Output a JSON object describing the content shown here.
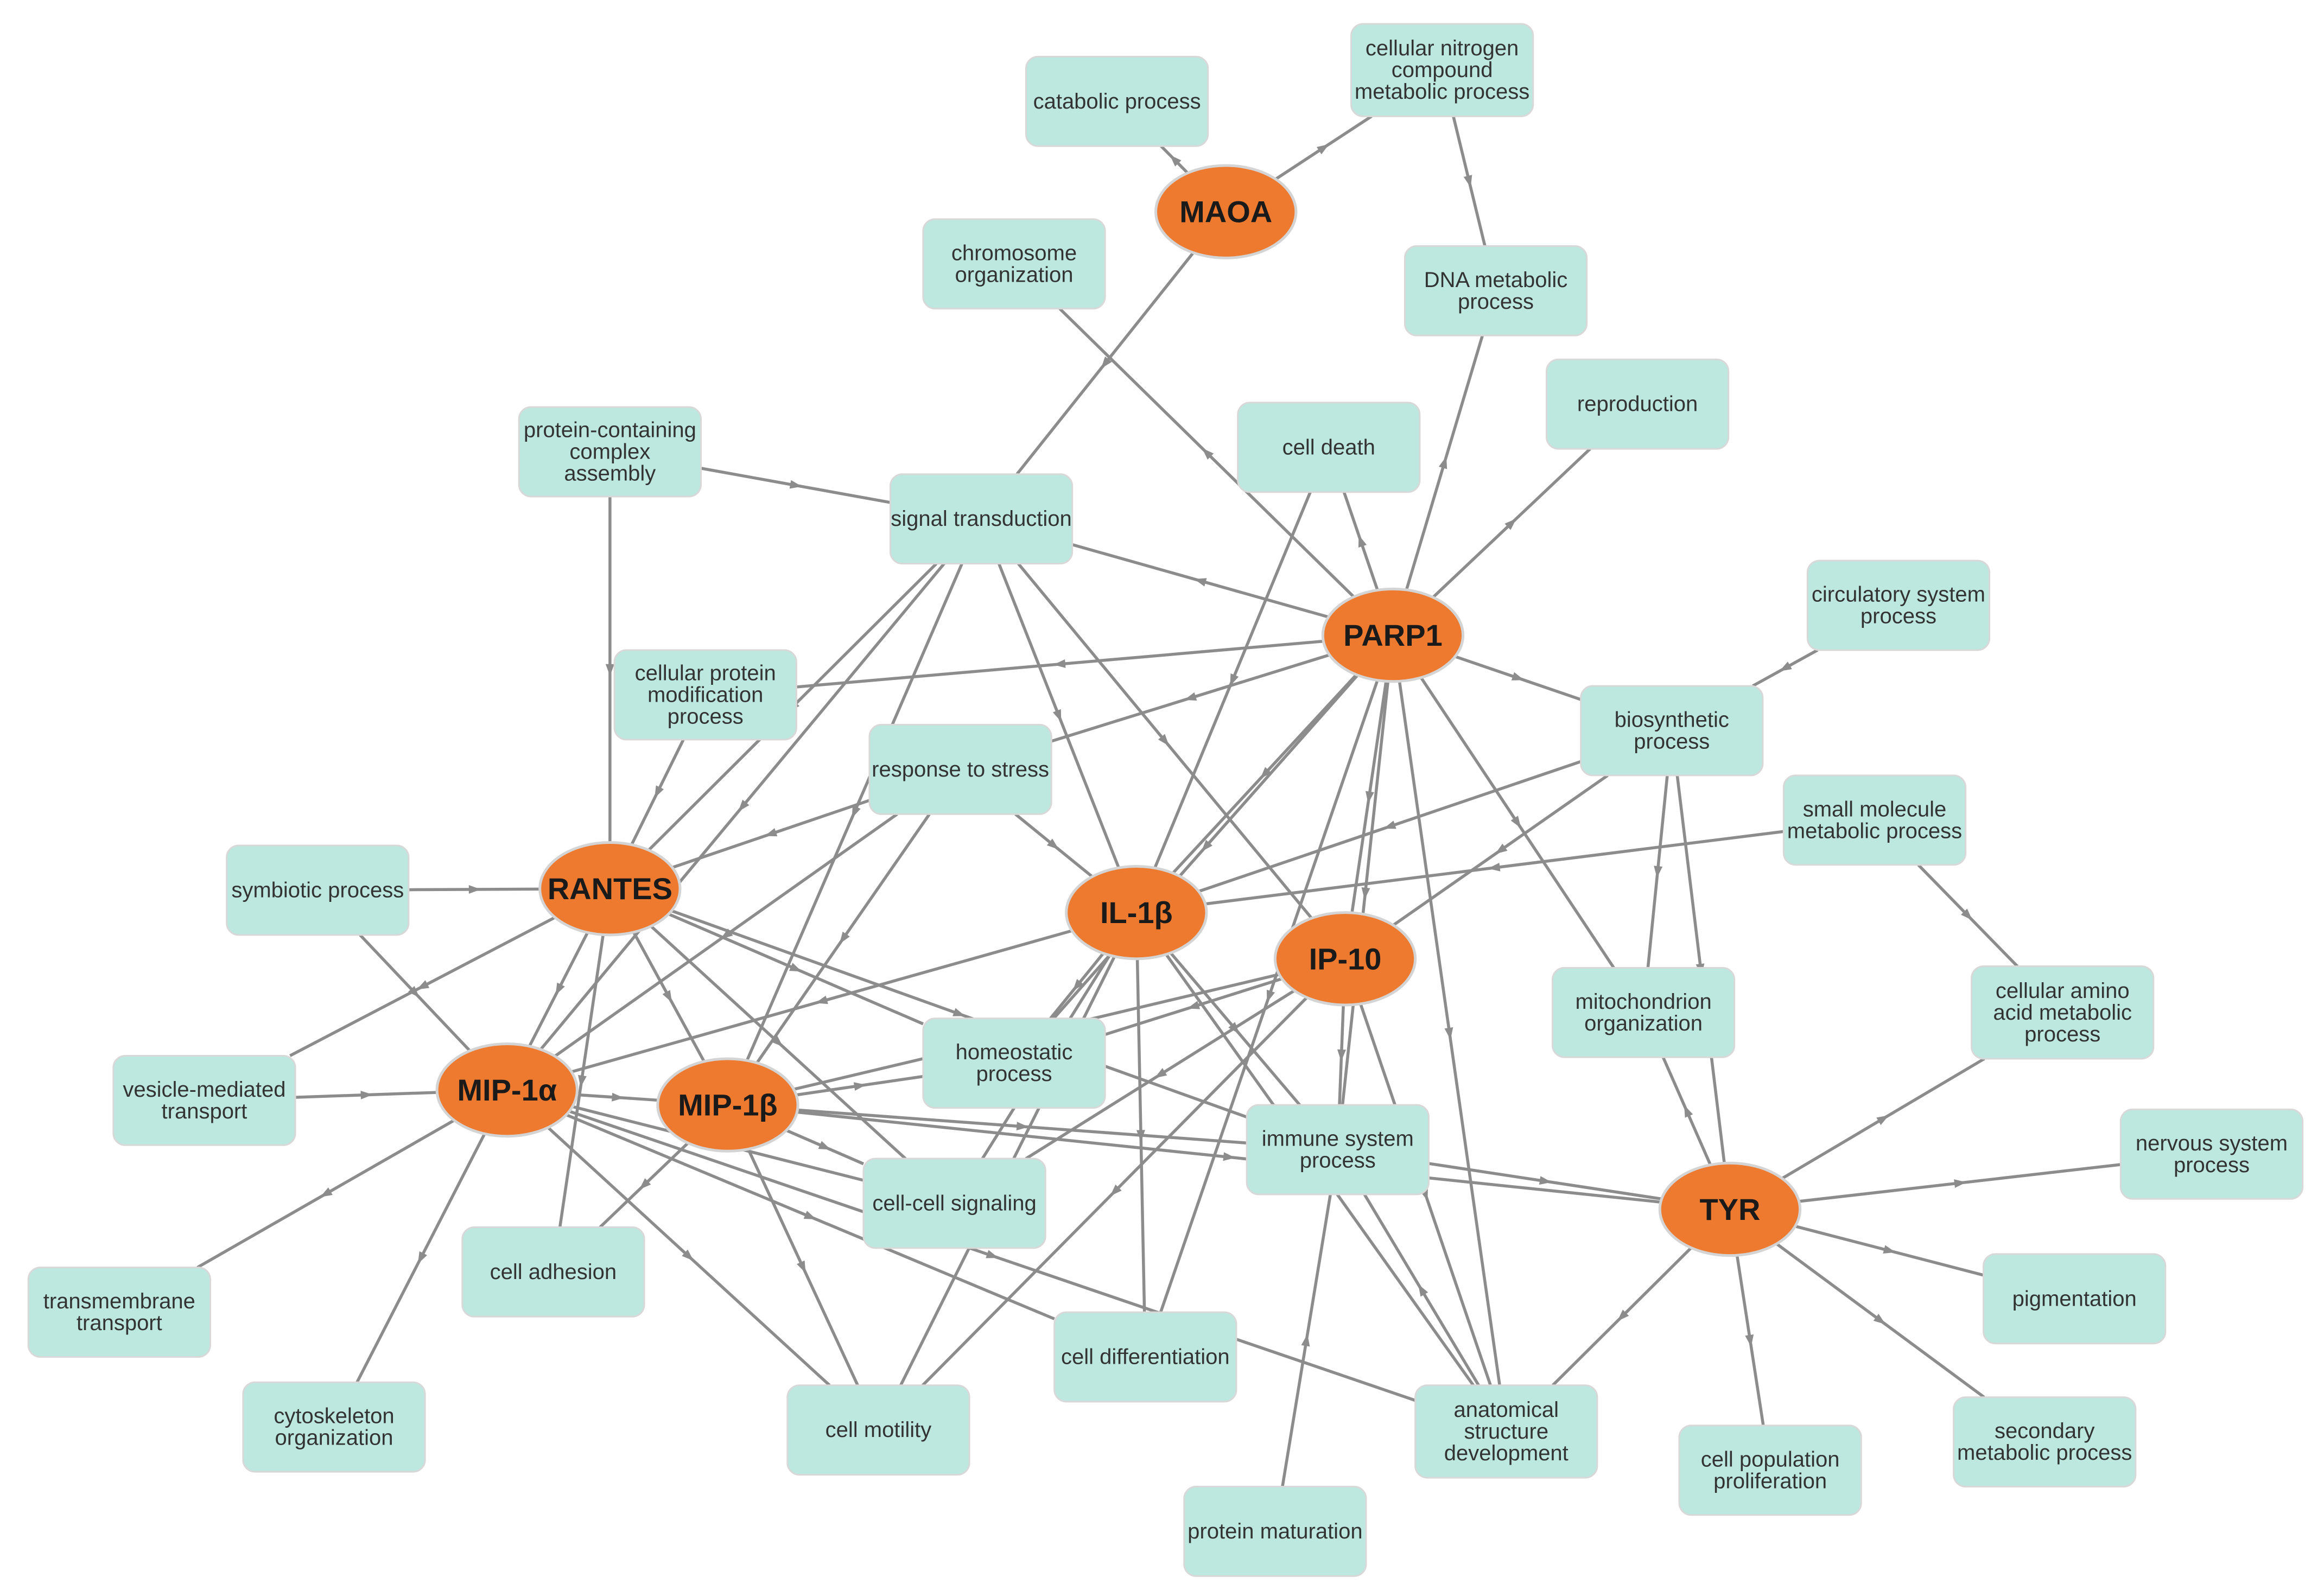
{
  "genes": [
    {
      "id": "MAOA",
      "label": "MAOA"
    },
    {
      "id": "PARP1",
      "label": "PARP1"
    },
    {
      "id": "RANTES",
      "label": "RANTES"
    },
    {
      "id": "IL1B",
      "label": "IL-1β"
    },
    {
      "id": "IP10",
      "label": "IP-10"
    },
    {
      "id": "MIP1A",
      "label": "MIP-1α"
    },
    {
      "id": "MIP1B",
      "label": "MIP-1β"
    },
    {
      "id": "TYR",
      "label": "TYR"
    }
  ],
  "terms": [
    {
      "id": "catabolic",
      "lines": [
        "catabolic process"
      ]
    },
    {
      "id": "nitrogen",
      "lines": [
        "cellular nitrogen",
        "compound",
        "metabolic process"
      ]
    },
    {
      "id": "chromosome",
      "lines": [
        "chromosome",
        "organization"
      ]
    },
    {
      "id": "dnameta",
      "lines": [
        "DNA metabolic",
        "process"
      ]
    },
    {
      "id": "reproduction",
      "lines": [
        "reproduction"
      ]
    },
    {
      "id": "complex",
      "lines": [
        "protein-containing",
        "complex",
        "assembly"
      ]
    },
    {
      "id": "signal",
      "lines": [
        "signal transduction"
      ]
    },
    {
      "id": "celldeath",
      "lines": [
        "cell death"
      ]
    },
    {
      "id": "circulatory",
      "lines": [
        "circulatory system",
        "process"
      ]
    },
    {
      "id": "protmod",
      "lines": [
        "cellular protein",
        "modification",
        "process"
      ]
    },
    {
      "id": "stress",
      "lines": [
        "response to stress"
      ]
    },
    {
      "id": "biosyn",
      "lines": [
        "biosynthetic",
        "process"
      ]
    },
    {
      "id": "smallmol",
      "lines": [
        "small molecule",
        "metabolic process"
      ]
    },
    {
      "id": "symbiotic",
      "lines": [
        "symbiotic process"
      ]
    },
    {
      "id": "mito",
      "lines": [
        "mitochondrion",
        "organization"
      ]
    },
    {
      "id": "aminoacid",
      "lines": [
        "cellular amino",
        "acid metabolic",
        "process"
      ]
    },
    {
      "id": "vesicle",
      "lines": [
        "vesicle-mediated",
        "transport"
      ]
    },
    {
      "id": "homeo",
      "lines": [
        "homeostatic",
        "process"
      ]
    },
    {
      "id": "immune",
      "lines": [
        "immune system",
        "process"
      ]
    },
    {
      "id": "nervous",
      "lines": [
        "nervous system",
        "process"
      ]
    },
    {
      "id": "cellcell",
      "lines": [
        "cell-cell signaling"
      ]
    },
    {
      "id": "adhesion",
      "lines": [
        "cell adhesion"
      ]
    },
    {
      "id": "transmembrane",
      "lines": [
        "transmembrane",
        "transport"
      ]
    },
    {
      "id": "pigment",
      "lines": [
        "pigmentation"
      ]
    },
    {
      "id": "differentiation",
      "lines": [
        "cell differentiation"
      ]
    },
    {
      "id": "cytoskeleton",
      "lines": [
        "cytoskeleton",
        "organization"
      ]
    },
    {
      "id": "motility",
      "lines": [
        "cell motility"
      ]
    },
    {
      "id": "anatomical",
      "lines": [
        "anatomical",
        "structure",
        "development"
      ]
    },
    {
      "id": "popprolif",
      "lines": [
        "cell population",
        "proliferation"
      ]
    },
    {
      "id": "secondary",
      "lines": [
        "secondary",
        "metabolic process"
      ]
    },
    {
      "id": "maturation",
      "lines": [
        "protein maturation"
      ]
    }
  ],
  "edges": [
    [
      "MAOA",
      "catabolic"
    ],
    [
      "MAOA",
      "nitrogen"
    ],
    [
      "MAOA",
      "signal"
    ],
    [
      "nitrogen",
      "dnameta"
    ],
    [
      "PARP1",
      "dnameta"
    ],
    [
      "PARP1",
      "chromosome"
    ],
    [
      "PARP1",
      "reproduction"
    ],
    [
      "PARP1",
      "signal"
    ],
    [
      "PARP1",
      "celldeath"
    ],
    [
      "PARP1",
      "protmod"
    ],
    [
      "PARP1",
      "stress"
    ],
    [
      "PARP1",
      "biosyn"
    ],
    [
      "PARP1",
      "mito"
    ],
    [
      "PARP1",
      "IL1B"
    ],
    [
      "PARP1",
      "IP10"
    ],
    [
      "PARP1",
      "immune"
    ],
    [
      "PARP1",
      "anatomical"
    ],
    [
      "PARP1",
      "differentiation"
    ],
    [
      "PARP1",
      "homeo"
    ],
    [
      "complex",
      "signal"
    ],
    [
      "complex",
      "RANTES"
    ],
    [
      "signal",
      "RANTES"
    ],
    [
      "signal",
      "MIP1A"
    ],
    [
      "signal",
      "MIP1B"
    ],
    [
      "signal",
      "IL1B"
    ],
    [
      "signal",
      "IP10"
    ],
    [
      "celldeath",
      "IL1B"
    ],
    [
      "circulatory",
      "biosyn"
    ],
    [
      "protmod",
      "RANTES"
    ],
    [
      "stress",
      "RANTES"
    ],
    [
      "stress",
      "IL1B"
    ],
    [
      "stress",
      "MIP1A"
    ],
    [
      "stress",
      "MIP1B"
    ],
    [
      "biosyn",
      "IL1B"
    ],
    [
      "biosyn",
      "IP10"
    ],
    [
      "biosyn",
      "mito"
    ],
    [
      "biosyn",
      "TYR"
    ],
    [
      "smallmol",
      "IL1B"
    ],
    [
      "smallmol",
      "aminoacid"
    ],
    [
      "symbiotic",
      "RANTES"
    ],
    [
      "symbiotic",
      "MIP1A"
    ],
    [
      "RANTES",
      "MIP1A"
    ],
    [
      "RANTES",
      "MIP1B"
    ],
    [
      "RANTES",
      "vesicle"
    ],
    [
      "RANTES",
      "homeo"
    ],
    [
      "RANTES",
      "immune"
    ],
    [
      "RANTES",
      "cellcell"
    ],
    [
      "RANTES",
      "adhesion"
    ],
    [
      "IL1B",
      "MIP1A"
    ],
    [
      "IL1B",
      "homeo"
    ],
    [
      "IL1B",
      "immune"
    ],
    [
      "IL1B",
      "cellcell"
    ],
    [
      "IL1B",
      "differentiation"
    ],
    [
      "IL1B",
      "motility"
    ],
    [
      "IL1B",
      "anatomical"
    ],
    [
      "IP10",
      "immune"
    ],
    [
      "IP10",
      "cellcell"
    ],
    [
      "IP10",
      "homeo"
    ],
    [
      "IP10",
      "motility"
    ],
    [
      "IP10",
      "anatomical"
    ],
    [
      "IP10",
      "MIP1B"
    ],
    [
      "vesicle",
      "MIP1A"
    ],
    [
      "MIP1A",
      "MIP1B"
    ],
    [
      "MIP1A",
      "transmembrane"
    ],
    [
      "MIP1A",
      "cytoskeleton"
    ],
    [
      "MIP1A",
      "cellcell"
    ],
    [
      "MIP1A",
      "differentiation"
    ],
    [
      "MIP1A",
      "motility"
    ],
    [
      "MIP1A",
      "anatomical"
    ],
    [
      "MIP1B",
      "homeo"
    ],
    [
      "MIP1B",
      "adhesion"
    ],
    [
      "MIP1B",
      "motility"
    ],
    [
      "MIP1B",
      "immune"
    ],
    [
      "MIP1B",
      "cellcell"
    ],
    [
      "MIP1B",
      "TYR"
    ],
    [
      "immune",
      "TYR"
    ],
    [
      "TYR",
      "aminoacid"
    ],
    [
      "TYR",
      "nervous"
    ],
    [
      "TYR",
      "pigment"
    ],
    [
      "TYR",
      "secondary"
    ],
    [
      "TYR",
      "popprolif"
    ],
    [
      "TYR",
      "anatomical"
    ],
    [
      "TYR",
      "mito"
    ],
    [
      "maturation",
      "immune"
    ],
    [
      "anatomical",
      "immune"
    ]
  ]
}
